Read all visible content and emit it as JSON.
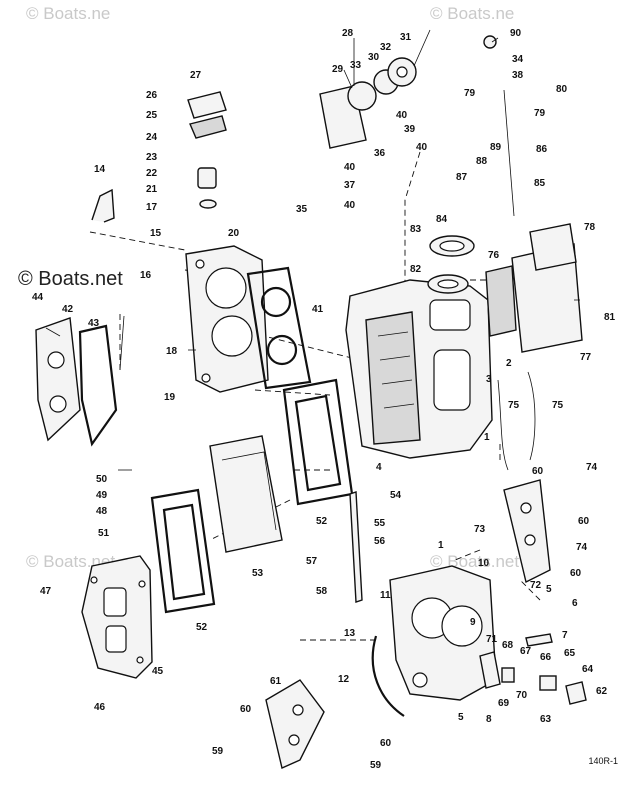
{
  "watermark": {
    "brand": "© Boats.net",
    "faint_tl": "© Boats.ne",
    "faint_tr": "© Boats.ne",
    "faint_ml": "© Boats.net",
    "faint_mr": "© Boats.net"
  },
  "figure_ref": "140R-1",
  "callouts": [
    "1",
    "2",
    "3",
    "4",
    "5",
    "6",
    "7",
    "8",
    "9",
    "10",
    "11",
    "12",
    "13",
    "14",
    "15",
    "16",
    "17",
    "18",
    "19",
    "20",
    "21",
    "22",
    "23",
    "24",
    "25",
    "26",
    "27",
    "28",
    "29",
    "30",
    "31",
    "32",
    "33",
    "34",
    "35",
    "36",
    "37",
    "38",
    "39",
    "40",
    "41",
    "42",
    "43",
    "44",
    "45",
    "46",
    "47",
    "48",
    "49",
    "50",
    "51",
    "52",
    "53",
    "54",
    "55",
    "56",
    "57",
    "58",
    "59",
    "60",
    "61",
    "62",
    "63",
    "64",
    "65",
    "66",
    "67",
    "68",
    "69",
    "70",
    "71",
    "72",
    "73",
    "74",
    "75",
    "76",
    "77",
    "78",
    "79",
    "80",
    "81",
    "82",
    "83",
    "84",
    "85",
    "86",
    "87",
    "88",
    "89",
    "90"
  ]
}
